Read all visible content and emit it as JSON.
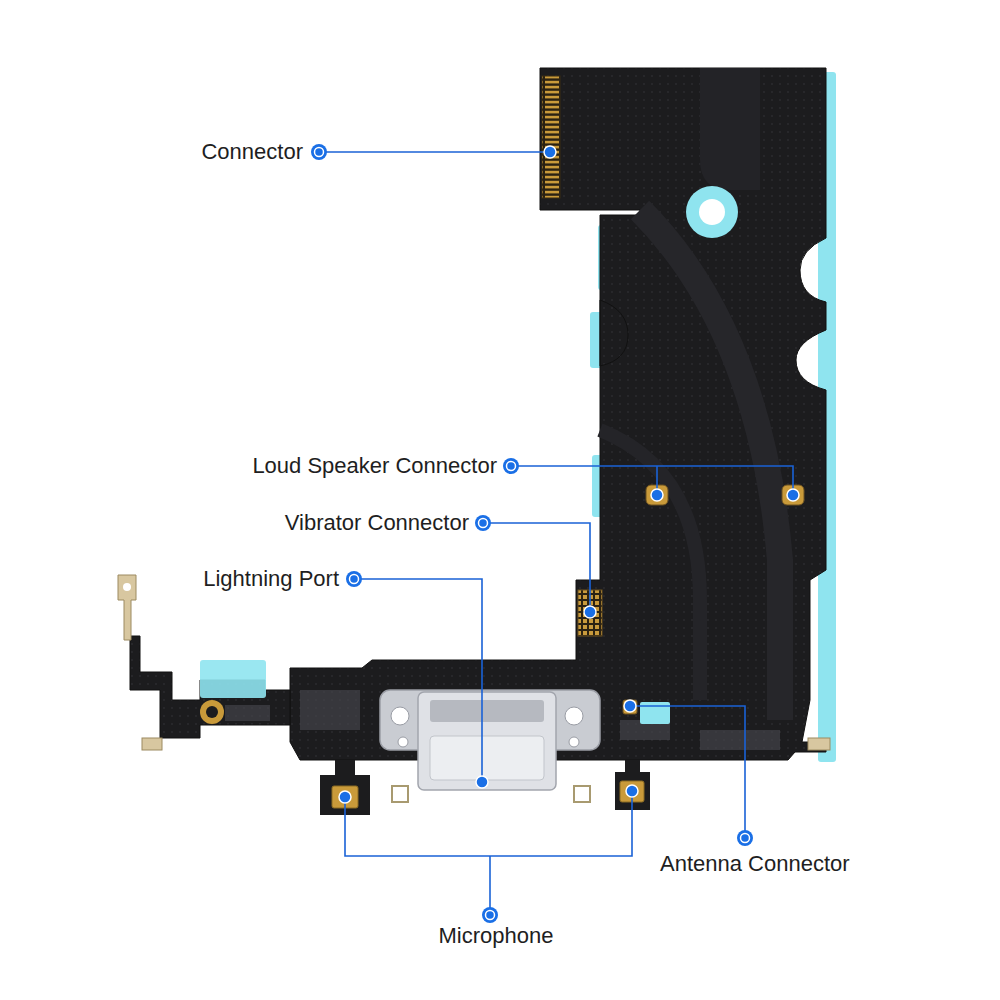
{
  "diagram": {
    "labels": [
      "Connector",
      "Loud Speaker Connector",
      "Vibrator Connector",
      "Lightning Port",
      "Antenna Connector",
      "Microphone"
    ]
  }
}
